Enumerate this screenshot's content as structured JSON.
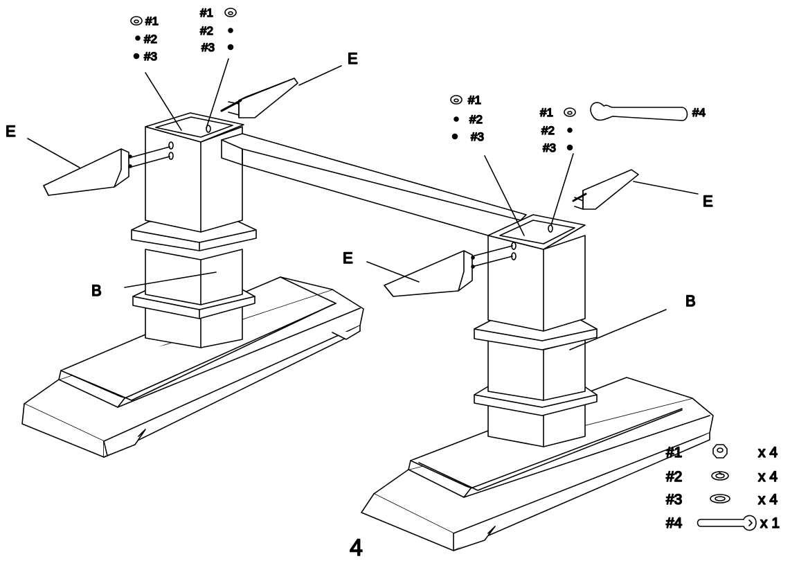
{
  "page_number": "4",
  "part_labels": {
    "leg_left": "B",
    "leg_right": "B",
    "arm_far_left": "E",
    "arm_far_right": "E",
    "arm_near_left": "E",
    "arm_near_right": "E"
  },
  "hardware_stacks": [
    {
      "id": "left-a",
      "items": [
        "#1",
        "#2",
        "#3"
      ]
    },
    {
      "id": "left-b",
      "items": [
        "#1",
        "#2",
        "#3"
      ]
    },
    {
      "id": "right-a",
      "items": [
        "#1",
        "#2",
        "#3"
      ]
    },
    {
      "id": "right-b",
      "items": [
        "#1",
        "#2",
        "#3"
      ],
      "tool": "#4"
    }
  ],
  "legend": [
    {
      "part": "#1",
      "icon": "hex-nut-icon",
      "qty": "x 4"
    },
    {
      "part": "#2",
      "icon": "lock-washer-icon",
      "qty": "x 4"
    },
    {
      "part": "#3",
      "icon": "flat-washer-icon",
      "qty": "x 4"
    },
    {
      "part": "#4",
      "icon": "wrench-icon",
      "qty": "x 1"
    }
  ]
}
